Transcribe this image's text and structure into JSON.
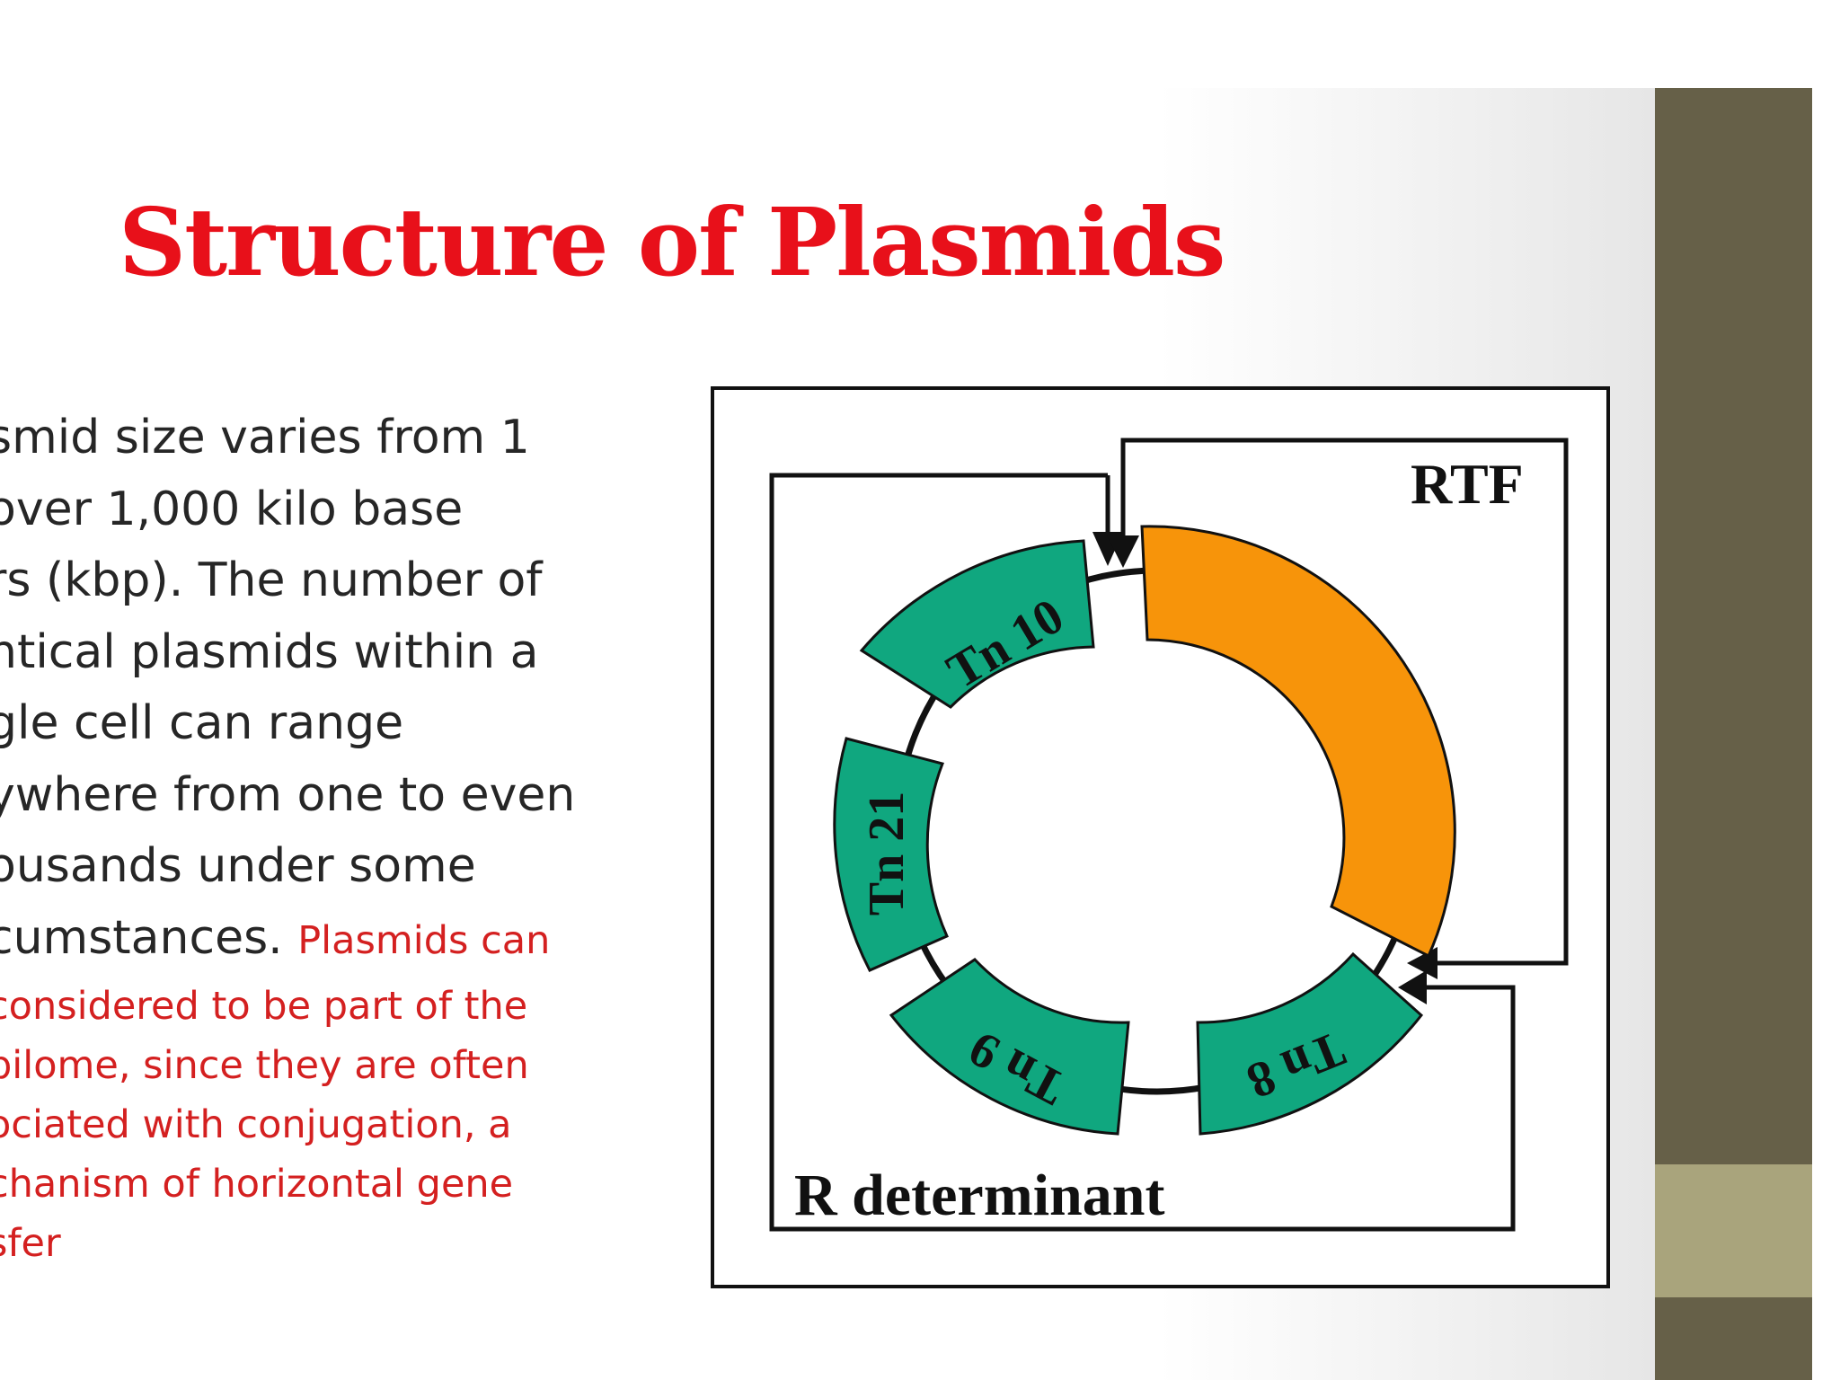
{
  "slide": {
    "title": "Structure of Plasmids",
    "body_lines": [
      "smid size varies from 1",
      "over 1,000 kilo base",
      "rs (kbp). The number of",
      "ntical plasmids within a",
      "gle cell can range",
      "ywhere from one to even",
      "ousands under some"
    ],
    "body_last_line_black": "cumstances. ",
    "body_last_line_red": "Plasmids can",
    "red_lines": [
      "considered to be part of the",
      "bilome, since they are often",
      "ociated with conjugation, a",
      "chanism of horizontal gene",
      "sfer"
    ],
    "colors": {
      "title": "#e8101a",
      "red_text": "#d42020",
      "side_bar": "#666048",
      "side_bar_accent": "#a9a47c",
      "transposon": "#10a77f",
      "rtf_segment": "#f7940a"
    }
  },
  "diagram": {
    "rtf_label": "RTF",
    "r_determinant_label": "R determinant",
    "transposons": [
      {
        "label": "Tn 10"
      },
      {
        "label": "Tn 21"
      },
      {
        "label": "Tn 9"
      },
      {
        "label": "Tn 8"
      }
    ]
  }
}
